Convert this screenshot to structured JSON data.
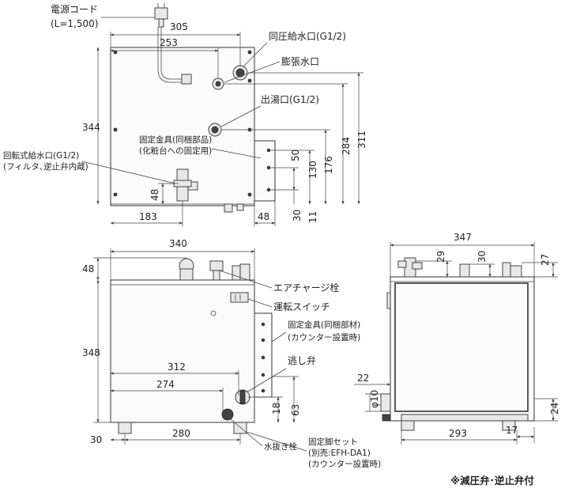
{
  "labels": {
    "power_cord": "電源コード",
    "power_cord_len": "(L=1,500)",
    "same_pressure_inlet": "同圧給水口(G1/2)",
    "expansion_port": "膨張水口",
    "hot_outlet": "出湯口(G1/2)",
    "bracket_top_1": "固定金具(同梱部品)",
    "bracket_top_2": "(化粧台への固定用)",
    "rotary_inlet_1": "回転式給水口(G1/2)",
    "rotary_inlet_2": "(フィルタ､逆止弁内蔵)",
    "air_charge": "エアチャージ栓",
    "run_switch": "運転スイッチ",
    "bracket_front_1": "固定金具(同梱部材)",
    "bracket_front_2": "(カウンター設置時)",
    "relief_valve": "逃し弁",
    "drain_plug": "水抜き栓",
    "leg_set_1": "固定脚セット",
    "leg_set_2": "(別売:EFH-DA1)",
    "leg_set_3": "(カウンター設置時)",
    "footnote": "※減圧弁･逆止弁付"
  },
  "dimensions": {
    "top": {
      "w305": "305",
      "w253": "253",
      "h344": "344",
      "h311": "311",
      "h284": "284",
      "h176": "176",
      "h130": "130",
      "h50": "50",
      "h48": "48",
      "w183": "183",
      "w48": "48",
      "h30": "30",
      "h11": "11"
    },
    "front": {
      "w340": "340",
      "h48": "48",
      "h348": "348",
      "w312": "312",
      "w274": "274",
      "h18": "18",
      "h63": "63",
      "w30": "30",
      "w280": "280"
    },
    "side": {
      "w347": "347",
      "h29": "29",
      "h30": "30",
      "h27": "27",
      "w22": "22",
      "d10": "φ10",
      "h24": "24",
      "w293": "293",
      "w17": "17"
    }
  }
}
